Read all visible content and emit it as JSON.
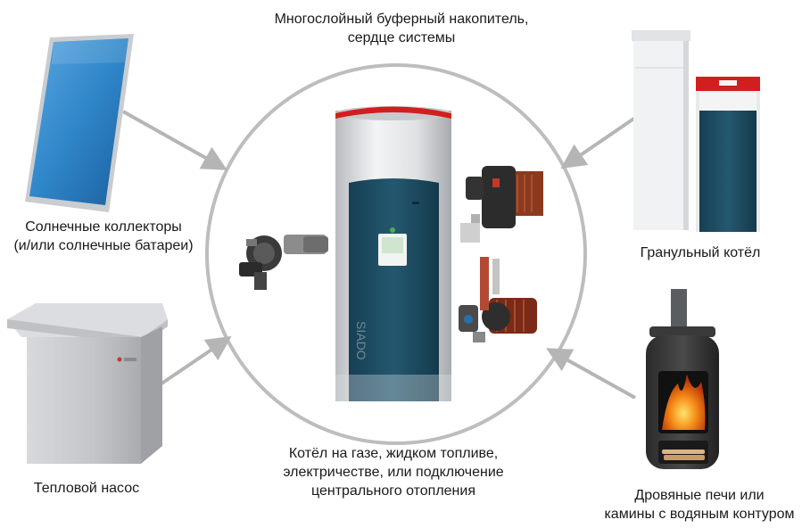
{
  "center": {
    "title_line1": "Многослойный буферный накопитель,",
    "title_line2": "сердце системы",
    "tank_brand": "SIADO",
    "bottom_line1": "Котёл на газе, жидком топливе,",
    "bottom_line2": "электричестве, или подключение",
    "bottom_line3": "центрального отопления"
  },
  "sources": {
    "solar": {
      "line1": "Солнечные коллекторы",
      "line2": "(и/или солнечные батареи)"
    },
    "heat_pump": {
      "line1": "Тепловой насос"
    },
    "pellet": {
      "line1": "Гранульный котёл"
    },
    "stove": {
      "line1": "Дровяные печи или",
      "line2": "камины с водяным контуром"
    }
  },
  "colors": {
    "circle": "#bdbdbd",
    "arrow": "#b5b5b5",
    "tank_body": "#e4e6e8",
    "tank_panel": "#1d4d63",
    "tank_top": "#d11f1f",
    "solar_blue": "#2f86c9",
    "pellet_panel": "#1f5064",
    "fire": "#f07a14"
  }
}
